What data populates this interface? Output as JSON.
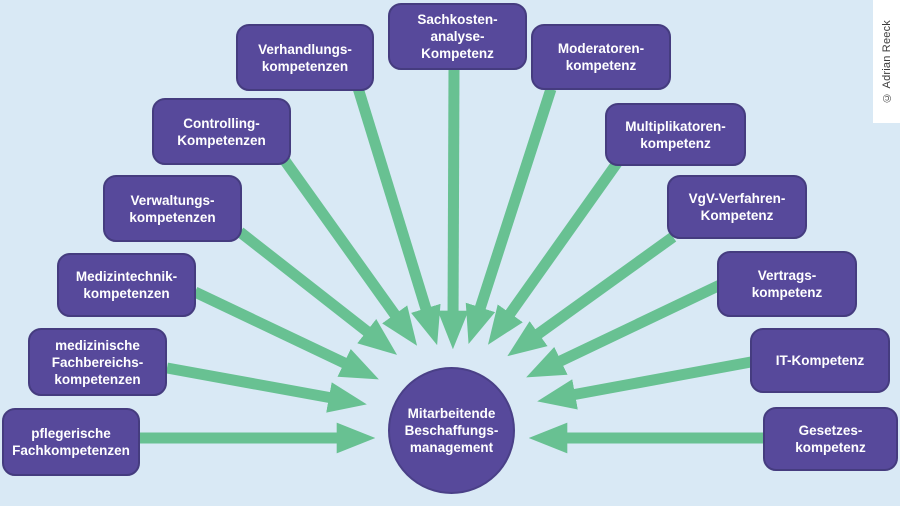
{
  "diagram": {
    "title_hint": "competency fan diagram",
    "center": {
      "label": "Mitarbeitende\nBeschaffungs-\nmanagement"
    },
    "nodes": [
      {
        "id": "verhandlungs",
        "label": "Verhandlungs-\nkompetenzen"
      },
      {
        "id": "controlling",
        "label": "Controlling-\nKompetenzen"
      },
      {
        "id": "verwaltungs",
        "label": "Verwaltungs-\nkompetenzen"
      },
      {
        "id": "medizintechnik",
        "label": "Medizintechnik-\nkompetenzen"
      },
      {
        "id": "medizinische-fachbereichs",
        "label": "medizinische\nFachbereichs-\nkompetenzen"
      },
      {
        "id": "pflegerische",
        "label": "pflegerische\nFachkompetenzen"
      },
      {
        "id": "sachkostenanalyse",
        "label": "Sachkosten-\nanalyse-\nKompetenz"
      },
      {
        "id": "moderatoren",
        "label": "Moderatoren-\nkompetenz"
      },
      {
        "id": "multiplikatoren",
        "label": "Multiplikatoren-\nkompetenz"
      },
      {
        "id": "vgv-verfahren",
        "label": "VgV-Verfahren-\nKompetenz"
      },
      {
        "id": "vertrags",
        "label": "Vertrags-\nkompetenz"
      },
      {
        "id": "it",
        "label": "IT-Kompetenz"
      },
      {
        "id": "gesetzes",
        "label": "Gesetzes-\nkompetenz"
      }
    ],
    "edges_note": "all nodes point to center",
    "credit": "© Adrian Reeck",
    "colors": {
      "background": "#d9e9f5",
      "node_fill": "#57499b",
      "node_border": "#453c7f",
      "arrow_green": "#68c192",
      "node_text": "#ffffff",
      "credit_bg": "#ffffff",
      "credit_text": "#3c3c3c"
    }
  }
}
